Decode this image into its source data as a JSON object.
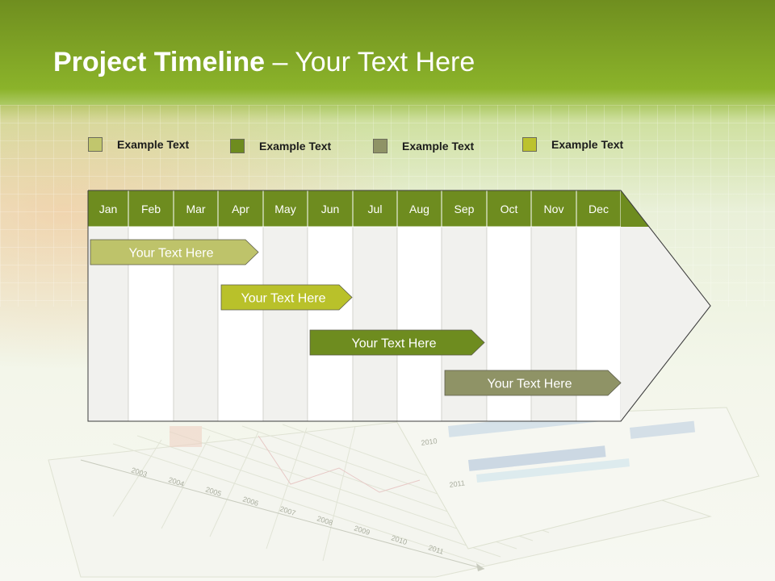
{
  "title": {
    "bold": "Project Timeline",
    "rest": " – Your Text Here"
  },
  "legend": [
    {
      "label": "Example Text",
      "color": "#c1c66d"
    },
    {
      "label": "Example Text",
      "color": "#6e8c1f"
    },
    {
      "label": "Example Text",
      "color": "#8f9366"
    },
    {
      "label": "Example Text",
      "color": "#bcc22e"
    }
  ],
  "timeline": {
    "months": [
      "Jan",
      "Feb",
      "Mar",
      "Apr",
      "May",
      "Jun",
      "Jul",
      "Aug",
      "Sep",
      "Oct",
      "Nov",
      "Dec"
    ],
    "header_color": "#6e8c1f",
    "bars": [
      {
        "label": "Your  Text Here",
        "color": "#bec36a"
      },
      {
        "label": "Your  Text Here",
        "color": "#b9c12a"
      },
      {
        "label": "Your  Text Here",
        "color": "#6e8c1f"
      },
      {
        "label": "Your  Text Here",
        "color": "#8f9366"
      }
    ]
  },
  "background_doc": {
    "years_left": [
      "2003",
      "2004",
      "2005",
      "2006",
      "2007",
      "2008",
      "2009",
      "2010",
      "2011"
    ],
    "years_right": [
      "2010",
      "2011"
    ]
  }
}
